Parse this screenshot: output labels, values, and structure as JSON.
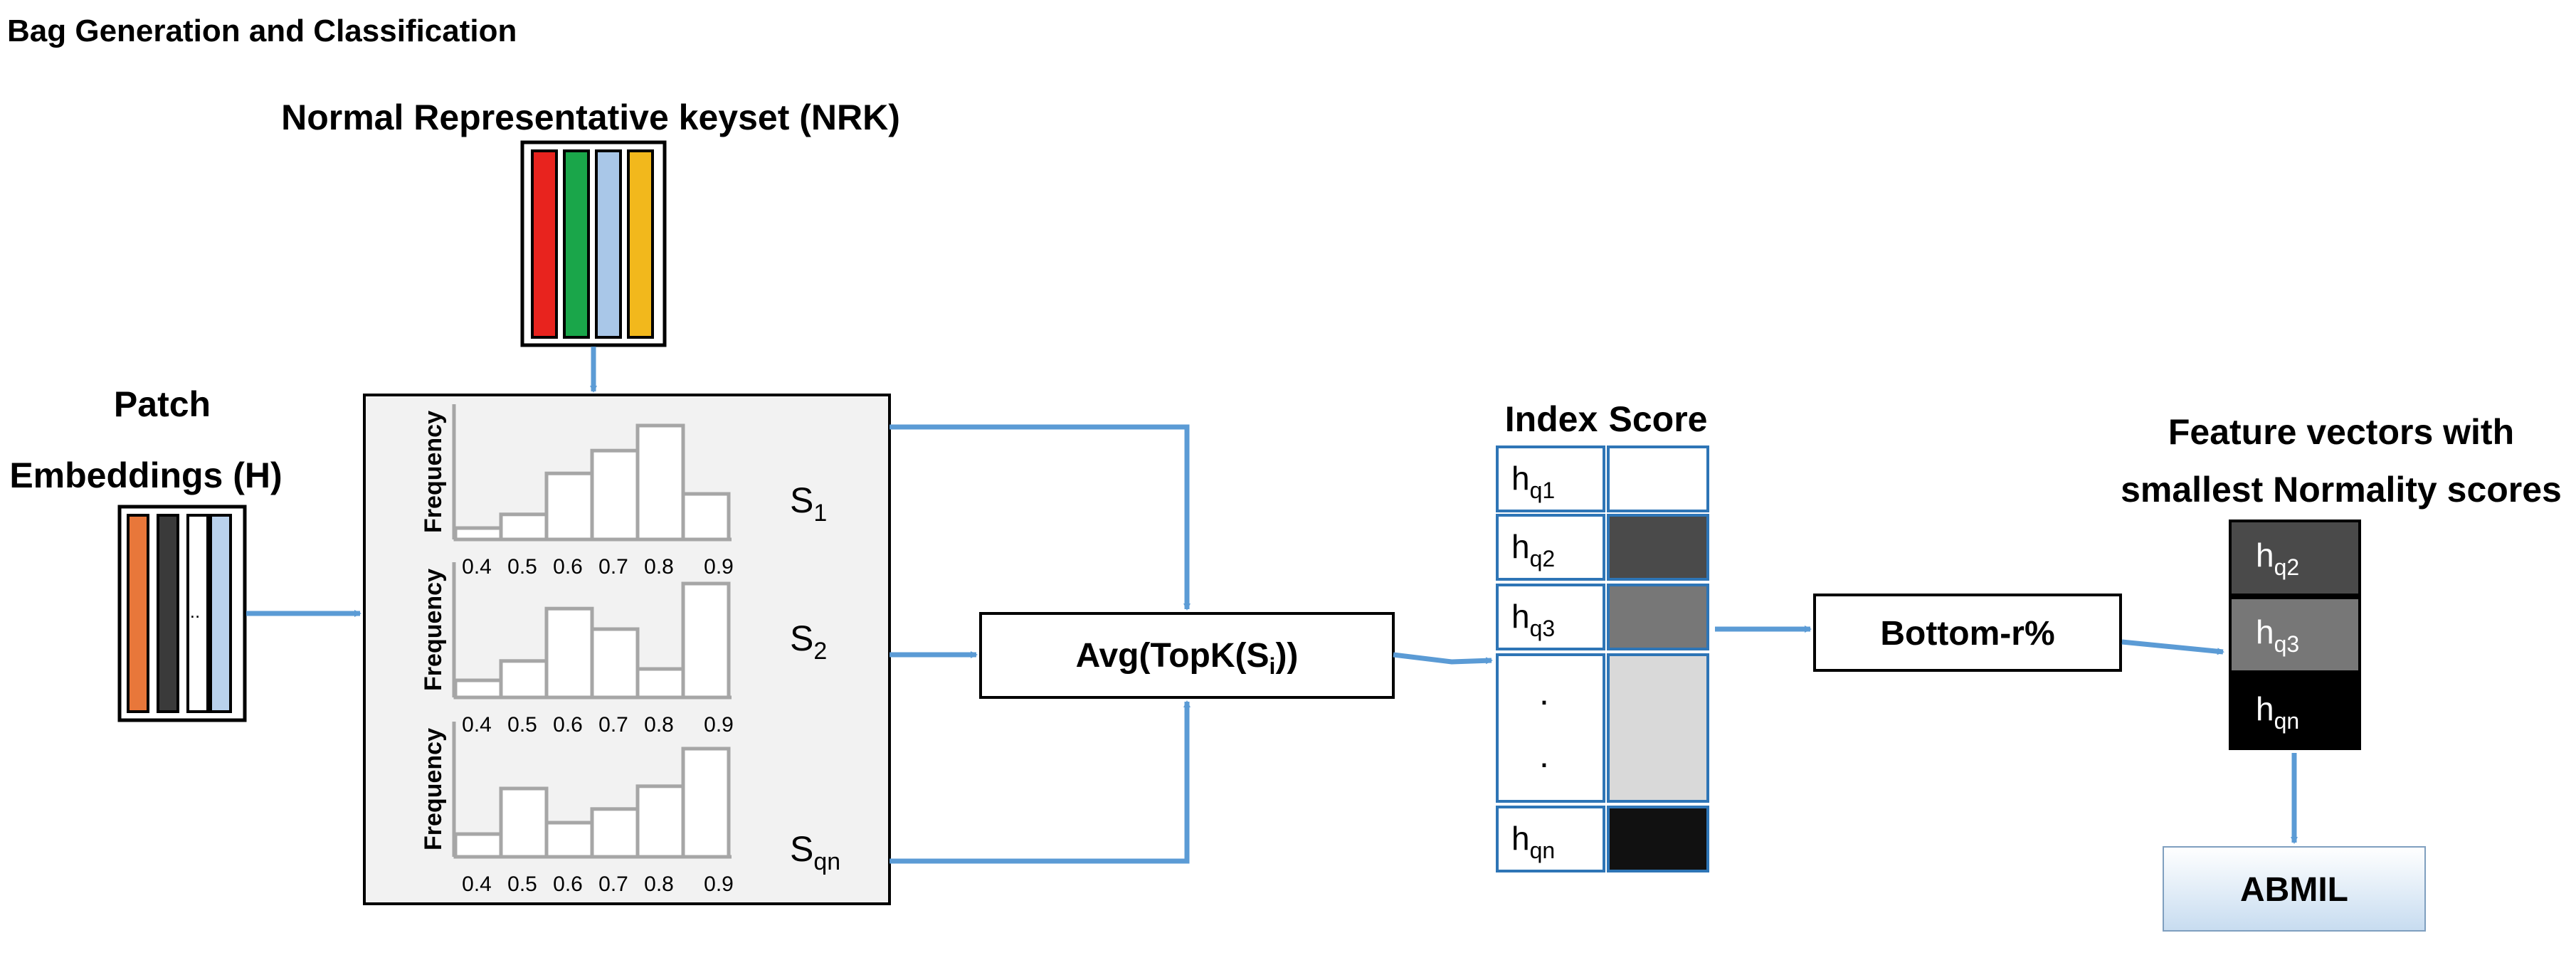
{
  "title": "Bag Generation and Classification",
  "nrk": {
    "label": "Normal Representative keyset (NRK)",
    "bar_colors": [
      "#e8231e",
      "#1aa64a",
      "#a9c7e8",
      "#f2b81c"
    ]
  },
  "patch": {
    "label_line1": "Patch",
    "label_line2": "Embeddings (H)",
    "bar_colors": [
      "#e8773a",
      "#3a3a3a",
      "#ffffff",
      "#b9d1ec"
    ],
    "ellipsis": ".."
  },
  "histograms": [
    {
      "ylabel": "Frequency",
      "x_ticks": [
        "0.4",
        "0.5",
        "0.6",
        "0.7",
        "0.8",
        "0.9"
      ],
      "values": [
        0.1,
        0.22,
        0.58,
        0.78,
        1.0,
        0.4
      ],
      "label_main": "S",
      "label_sub": "1"
    },
    {
      "ylabel": "Frequency",
      "x_ticks": [
        "0.4",
        "0.5",
        "0.6",
        "0.7",
        "0.8",
        "0.9"
      ],
      "values": [
        0.15,
        0.32,
        0.78,
        0.6,
        0.25,
        1.0
      ],
      "label_main": "S",
      "label_sub": "2"
    },
    {
      "ylabel": "Frequency",
      "x_ticks": [
        "0.4",
        "0.5",
        "0.6",
        "0.7",
        "0.8",
        "0.9"
      ],
      "values": [
        0.2,
        0.6,
        0.3,
        0.42,
        0.62,
        0.95
      ],
      "label_main": "S",
      "label_sub": "qn"
    }
  ],
  "avg_box": {
    "pre": "Avg(TopK(S",
    "sub": "i",
    "post": "))"
  },
  "table": {
    "header_index": "Index",
    "header_score": "Score",
    "rows": [
      {
        "main": "h",
        "sub": "q1",
        "score_color": "#ffffff"
      },
      {
        "main": "h",
        "sub": "q2",
        "score_color": "#4a4a4a"
      },
      {
        "main": "h",
        "sub": "q3",
        "score_color": "#777777"
      },
      {
        "dots": [
          ".",
          "."
        ],
        "score_color": "#d9d9d9"
      },
      {
        "main": "h",
        "sub": "qn",
        "score_color": "#111111"
      }
    ]
  },
  "bottom_box": {
    "label": "Bottom-r%"
  },
  "feature": {
    "label_line1": "Feature vectors with",
    "label_line2": "smallest Normality scores",
    "items": [
      {
        "main": "h",
        "sub": "q2",
        "color": "#4a4a4a"
      },
      {
        "main": "h",
        "sub": "q3",
        "color": "#777777"
      },
      {
        "main": "h",
        "sub": "qn",
        "color": "#000000"
      }
    ]
  },
  "abmil": {
    "label": "ABMIL"
  },
  "colors": {
    "arrow": "#5b9bd5",
    "panel_bg": "#f2f2f2",
    "table_border": "#2e75b6",
    "hist_bar": "#a6a6a6"
  }
}
